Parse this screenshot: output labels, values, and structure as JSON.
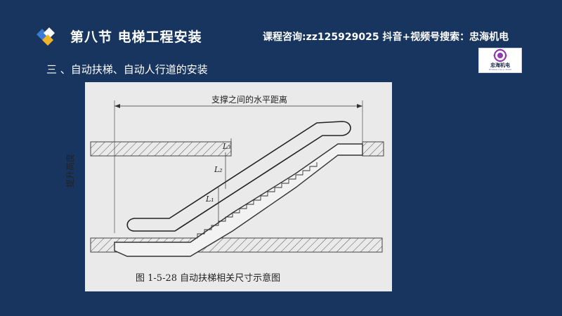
{
  "header": {
    "title": "第八节  电梯工程安装",
    "consult": "课程咨询:zz125929025   抖音+视频号搜索：忠海机电"
  },
  "brand": {
    "name": "忠海机电",
    "sub": "ZHONG HAI JI DIAN"
  },
  "section": {
    "title": "三 、自动扶梯、自动人行道的安装"
  },
  "figure": {
    "span_label": "支撑之间的水平距离",
    "rise_label": "提升高度",
    "l1": "L₁",
    "l2": "L₂",
    "l3": "L₃",
    "caption": "图 1-5-28    自动扶梯相关尺寸示意图"
  },
  "colors": {
    "background": "#17355e",
    "figure_bg": "#eaeaea",
    "text": "#ffffff"
  },
  "icons": [
    "diamond-logo-icon",
    "brand-logo-icon"
  ]
}
